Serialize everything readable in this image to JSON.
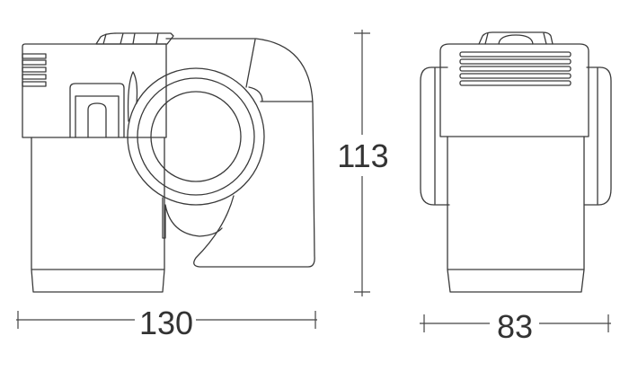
{
  "dimensions": {
    "height": "113",
    "length": "130",
    "width": "83"
  },
  "colors": {
    "line": "#3a3a3a",
    "background": "#ffffff"
  }
}
